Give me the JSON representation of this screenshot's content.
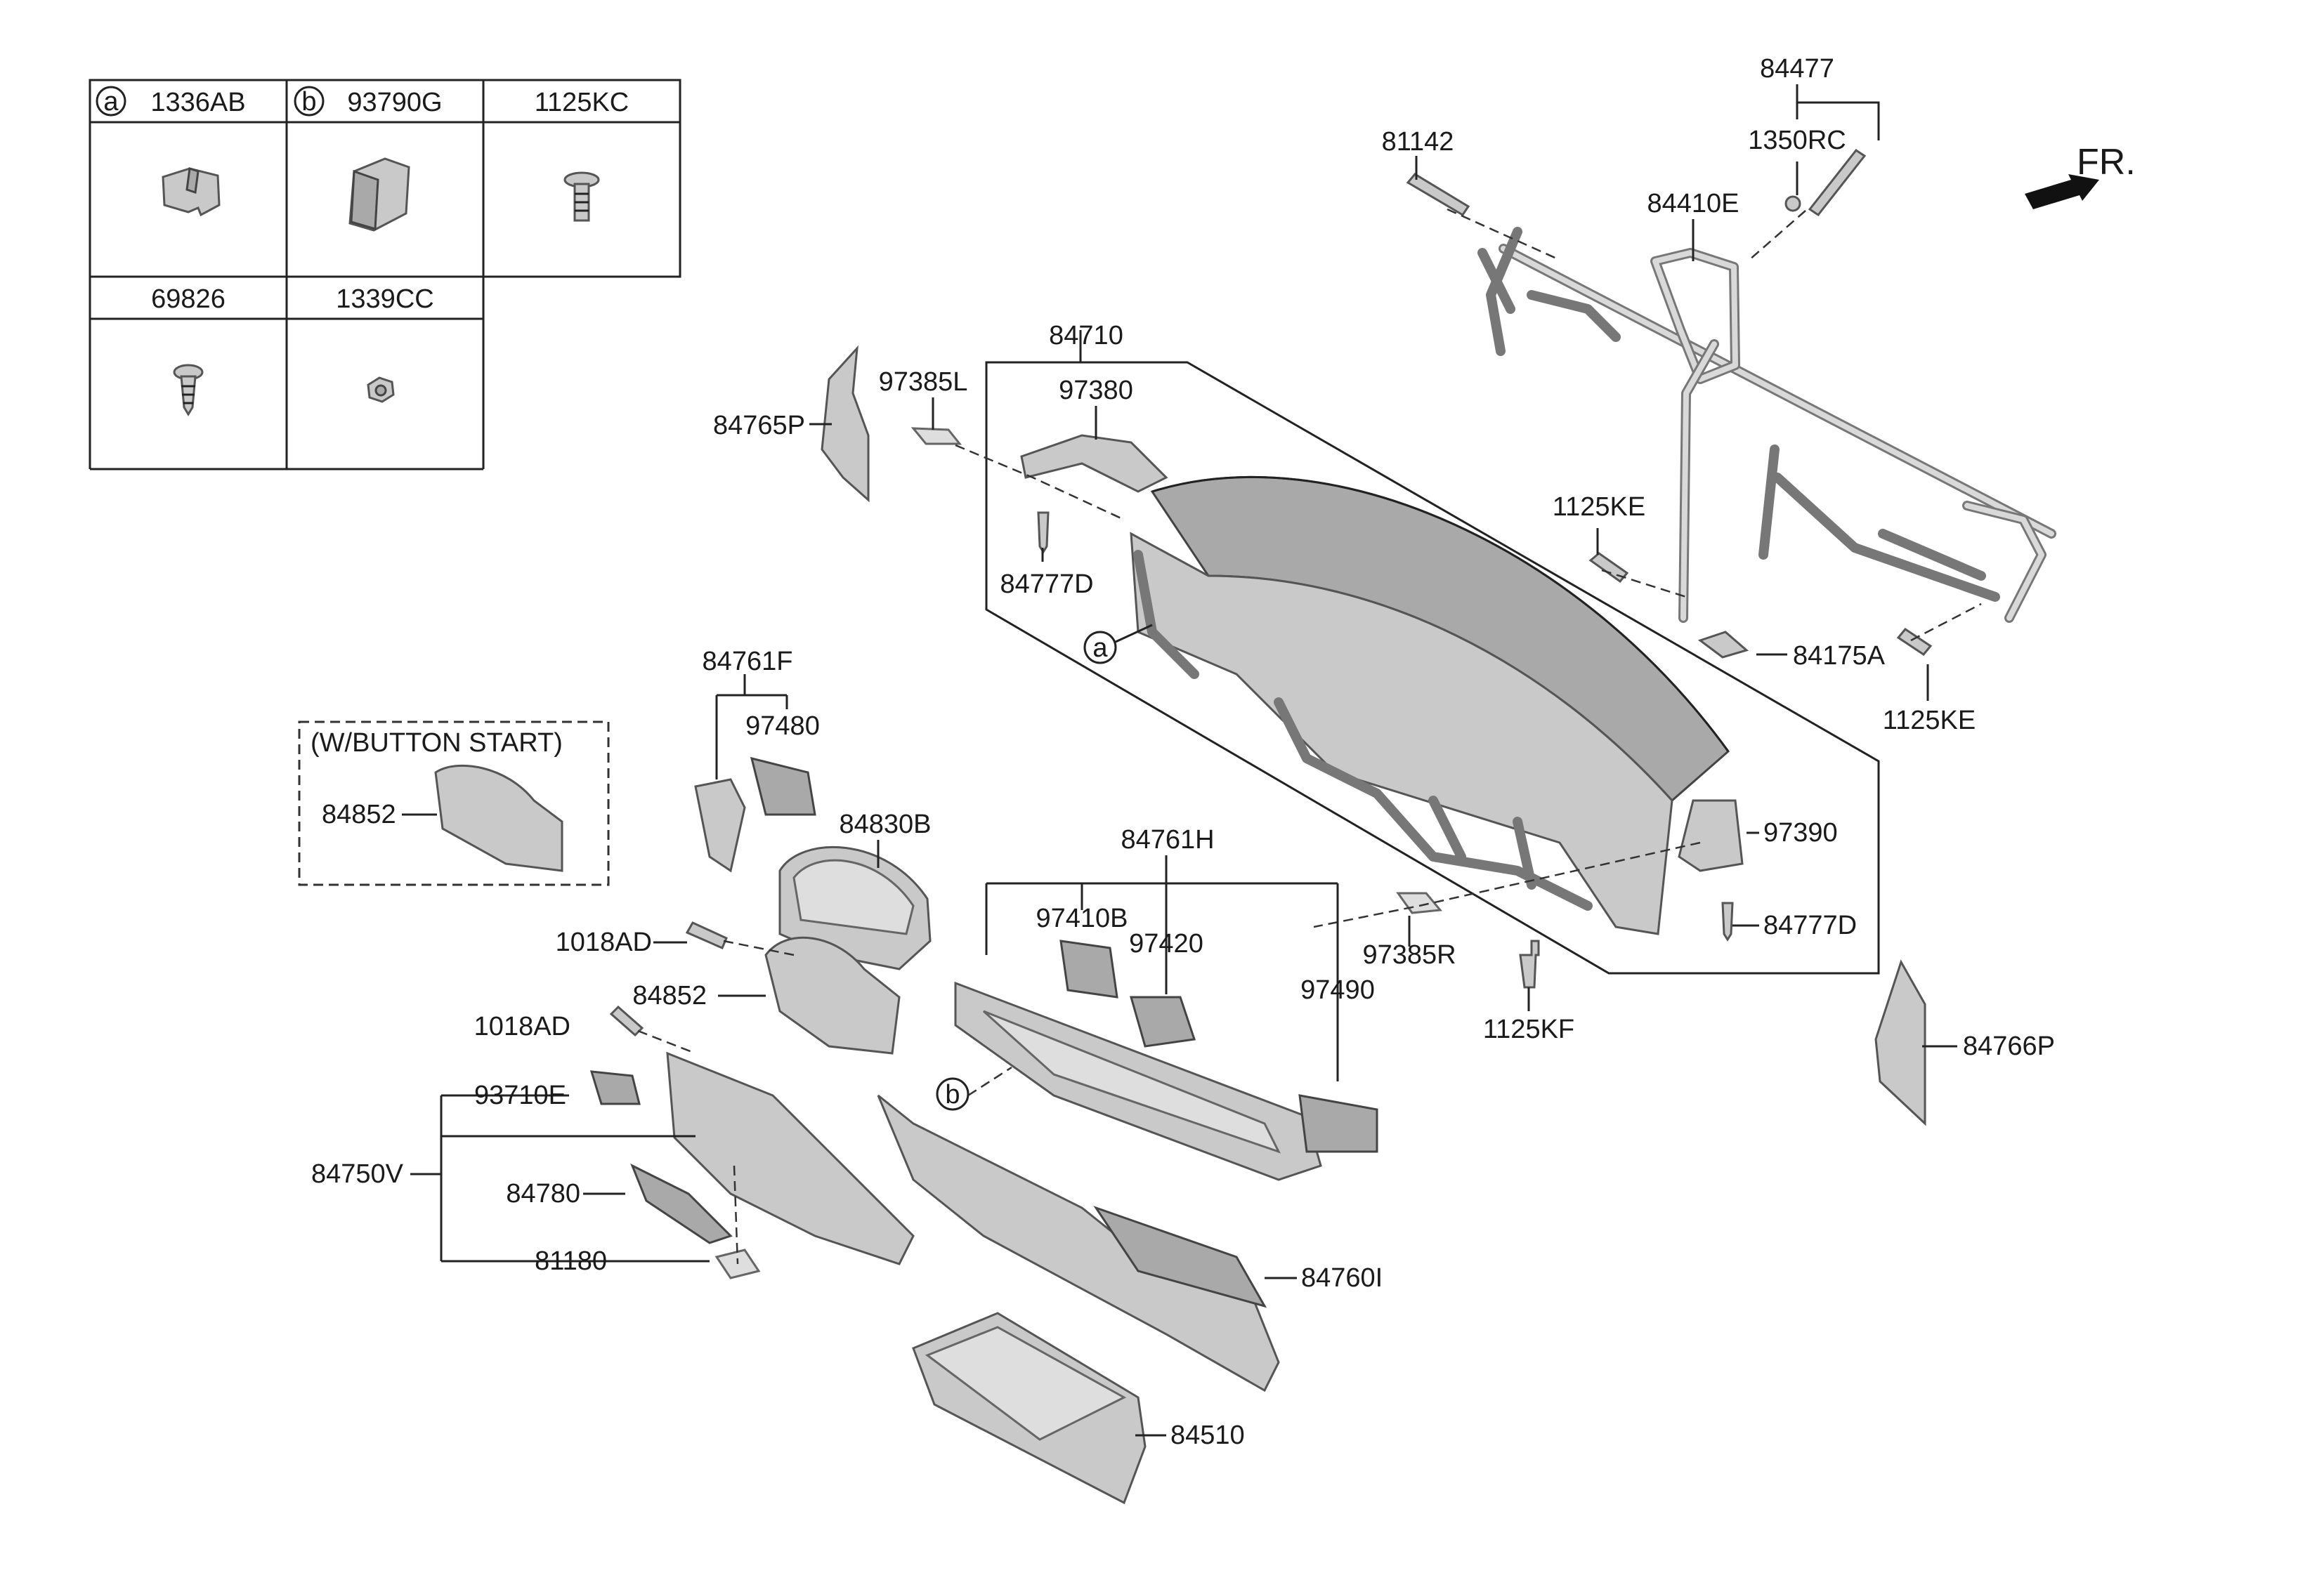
{
  "legend": {
    "row1": [
      {
        "marker": "a",
        "code": "1336AB"
      },
      {
        "marker": "b",
        "code": "93790G"
      },
      {
        "marker": "",
        "code": "1125KC"
      }
    ],
    "row2": [
      {
        "code": "69826"
      },
      {
        "code": "1339CC"
      }
    ]
  },
  "direction": {
    "label": "FR."
  },
  "variant_box": {
    "label": "(W/BUTTON START)",
    "part": "84852"
  },
  "callouts": {
    "c84477": "84477",
    "c81142": "81142",
    "c1350RC": "1350RC",
    "c84410E": "84410E",
    "c84710": "84710",
    "c97385L": "97385L",
    "c97380": "97380",
    "c84765P": "84765P",
    "c84777D_top": "84777D",
    "c1125KE_top": "1125KE",
    "c84175A": "84175A",
    "c1125KE_right": "1125KE",
    "c84761F": "84761F",
    "c97480": "97480",
    "c84830B": "84830B",
    "c1018AD_upper": "1018AD",
    "c84852_main": "84852",
    "c1018AD_lower": "1018AD",
    "c93710E": "93710E",
    "c84750V": "84750V",
    "c84780": "84780",
    "c81180": "81180",
    "c84761H": "84761H",
    "c97410B": "97410B",
    "c97420": "97420",
    "c97490": "97490",
    "c97390": "97390",
    "c84777D_right": "84777D",
    "c97385R": "97385R",
    "c1125KF": "1125KF",
    "c84766P": "84766P",
    "c84760I": "84760I",
    "c84510": "84510"
  },
  "markers": {
    "a": "a",
    "b": "b"
  },
  "icons": [
    "fr-arrow-icon",
    "bolt-icon",
    "screw-icon",
    "clip-icon",
    "nut-icon"
  ]
}
